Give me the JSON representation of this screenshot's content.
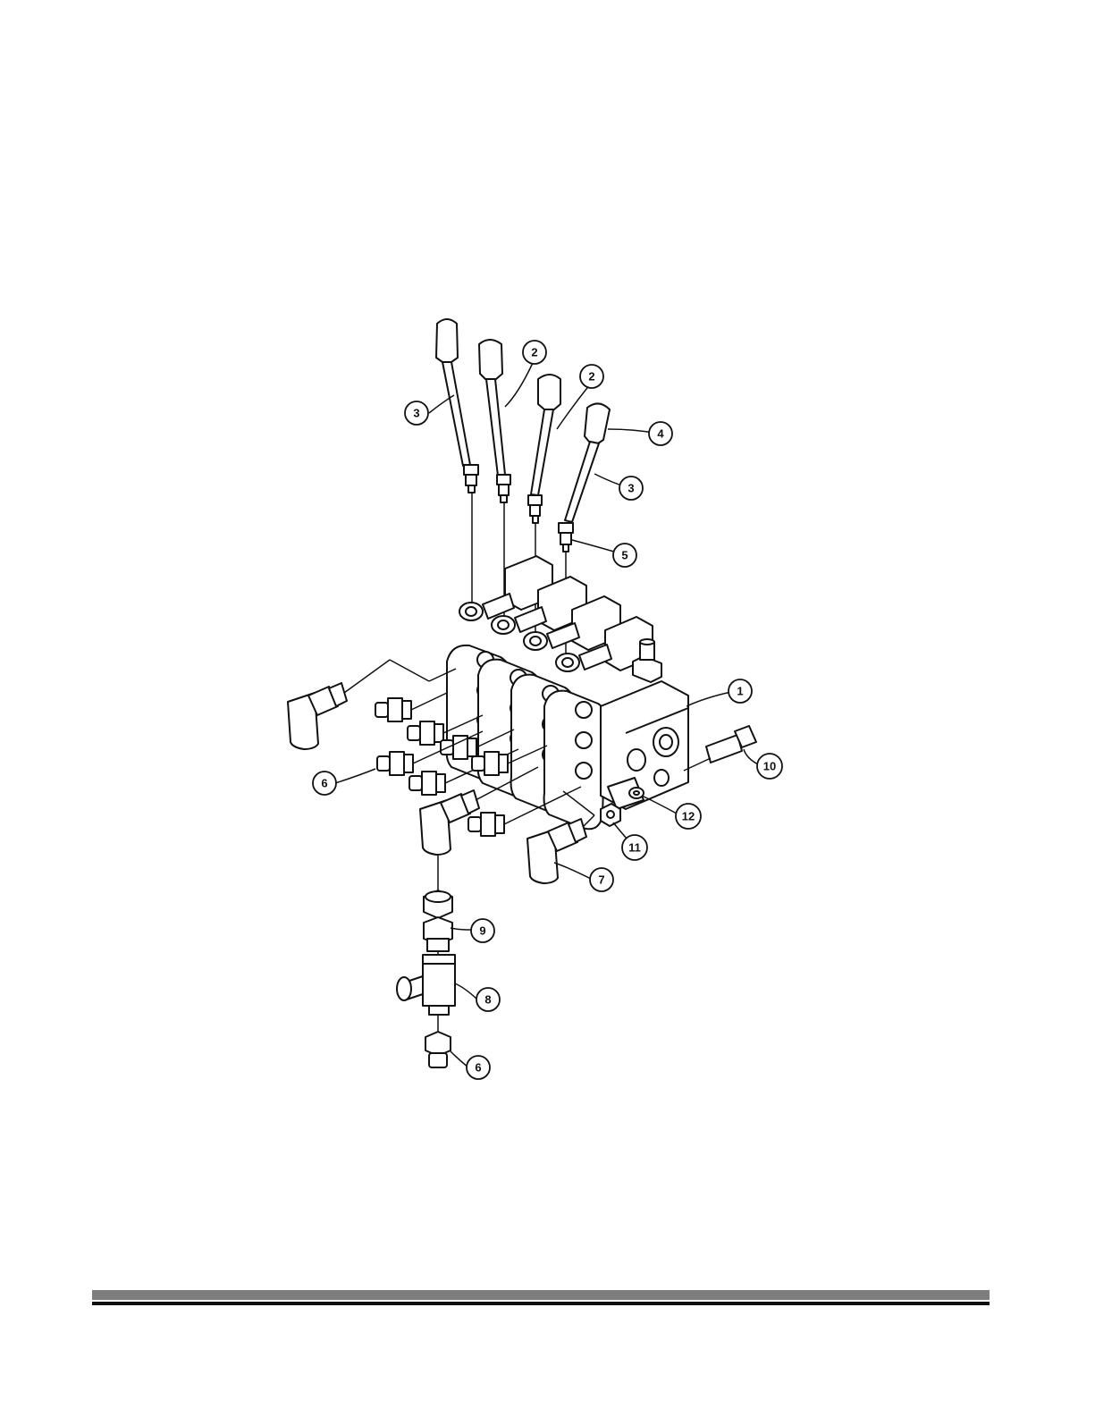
{
  "diagram": {
    "callouts": [
      {
        "label": "1"
      },
      {
        "label": "2"
      },
      {
        "label": "2"
      },
      {
        "label": "3"
      },
      {
        "label": "3"
      },
      {
        "label": "4"
      },
      {
        "label": "5"
      },
      {
        "label": "6"
      },
      {
        "label": "6"
      },
      {
        "label": "7"
      },
      {
        "label": "8"
      },
      {
        "label": "9"
      },
      {
        "label": "10"
      },
      {
        "label": "11"
      },
      {
        "label": "12"
      }
    ]
  },
  "colors": {
    "line": "#111111",
    "footer_gray": "#7d7d7d",
    "footer_black": "#111111"
  }
}
